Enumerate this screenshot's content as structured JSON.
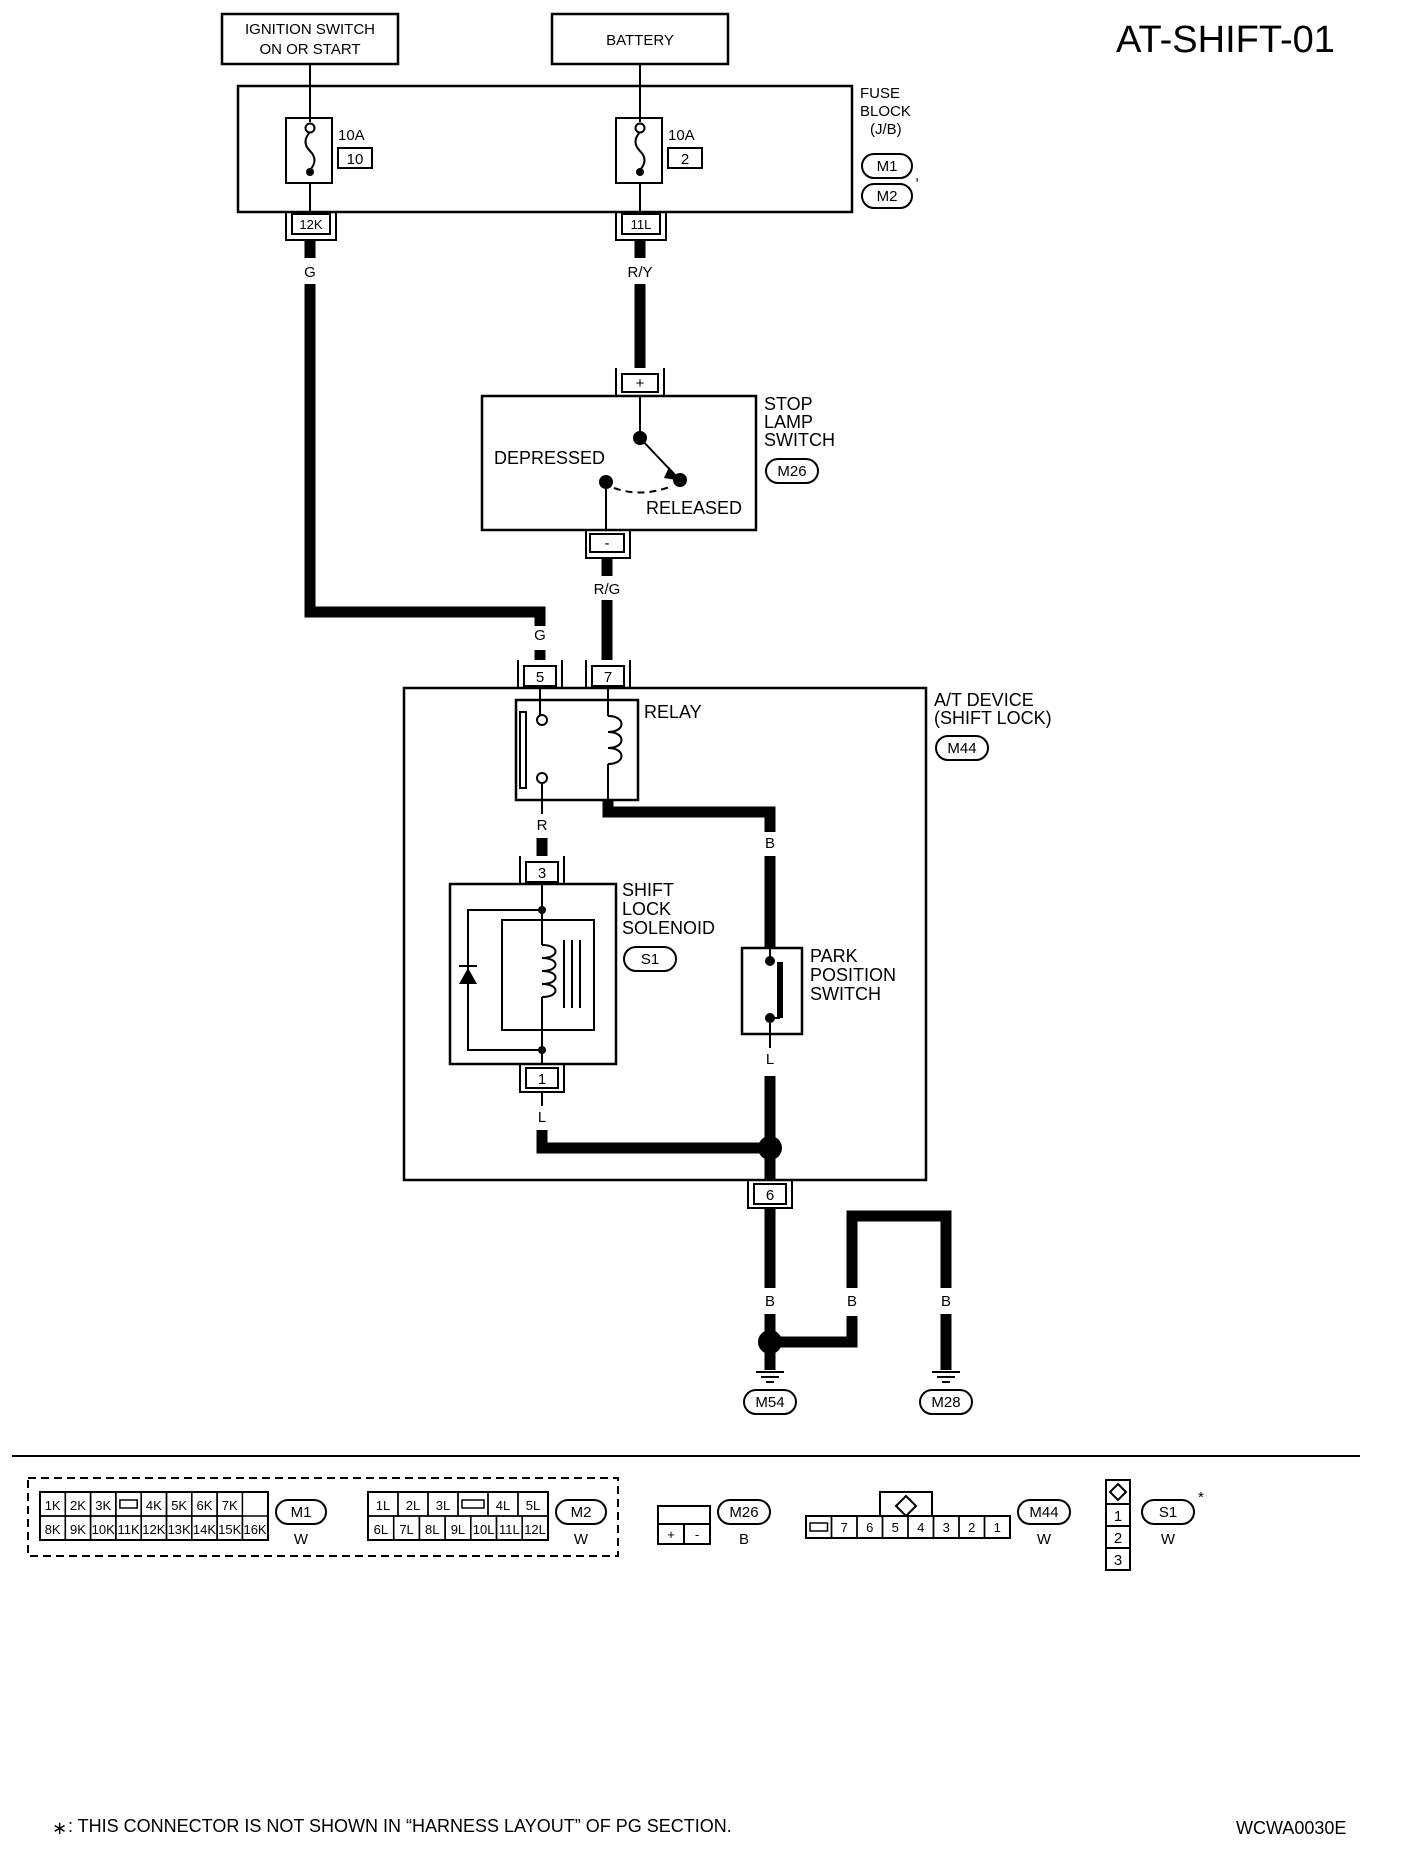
{
  "title": "AT-SHIFT-01",
  "diagram_code": "WCWA0030E",
  "footnote": {
    "asterisk": "∗",
    "text": ": THIS CONNECTOR IS NOT SHOWN IN “HARNESS LAYOUT” OF PG SECTION."
  },
  "sources": {
    "ignition_line1": "IGNITION SWITCH",
    "ignition_line2": "ON OR START",
    "battery": "BATTERY"
  },
  "fuse_block": {
    "label_lines": [
      "FUSE",
      "BLOCK",
      "(J/B)"
    ],
    "connectors": [
      "M1",
      "M2"
    ],
    "fuses": [
      {
        "amps": "10A",
        "number": "10",
        "terminal": "12K"
      },
      {
        "amps": "10A",
        "number": "2",
        "terminal": "11L"
      }
    ]
  },
  "wires": {
    "ign_out": "G",
    "bat_out": "R/Y",
    "stop_out": "R/G",
    "relay_in": "G",
    "relay_out": "R",
    "relay_to_park": "B",
    "park_out": "L",
    "solenoid_out": "L",
    "ground_1": "B",
    "ground_2": "B",
    "ground_3": "B"
  },
  "stop_lamp_switch": {
    "label_lines": [
      "STOP",
      "LAMP",
      "SWITCH"
    ],
    "connector": "M26",
    "plus": "+",
    "minus": "-",
    "depressed": "DEPRESSED",
    "released": "RELEASED"
  },
  "at_device": {
    "label_lines": [
      "A/T DEVICE",
      "(SHIFT LOCK)"
    ],
    "connector": "M44",
    "pin_relay_g": "5",
    "pin_relay_rg": "7",
    "pin_ground": "6",
    "relay_label": "RELAY",
    "park_label_lines": [
      "PARK",
      "POSITION",
      "SWITCH"
    ]
  },
  "shift_lock_solenoid": {
    "label_lines": [
      "SHIFT",
      "LOCK",
      "SOLENOID"
    ],
    "connector": "S1",
    "pin_top": "3",
    "pin_bottom": "1"
  },
  "grounds": [
    "M54",
    "M28"
  ],
  "connector_legend": {
    "m1": {
      "id": "M1",
      "color": "W",
      "row1": [
        "1K",
        "2K",
        "3K",
        "",
        "4K",
        "5K",
        "6K",
        "7K"
      ],
      "row2": [
        "8K",
        "9K",
        "10K",
        "11K",
        "12K",
        "13K",
        "14K",
        "15K",
        "16K"
      ]
    },
    "m2": {
      "id": "M2",
      "color": "W",
      "row1": [
        "1L",
        "2L",
        "3L",
        "",
        "4L",
        "5L"
      ],
      "row2": [
        "6L",
        "7L",
        "8L",
        "9L",
        "10L",
        "11L",
        "12L"
      ]
    },
    "m26": {
      "id": "M26",
      "color": "B",
      "pins": [
        "+",
        "-"
      ]
    },
    "m44": {
      "id": "M44",
      "color": "W",
      "pins": [
        "",
        "7",
        "6",
        "5",
        "4",
        "3",
        "2",
        "1"
      ]
    },
    "s1": {
      "id": "S1",
      "color": "W",
      "asterisk": "*",
      "pins": [
        "1",
        "2",
        "3"
      ]
    }
  }
}
